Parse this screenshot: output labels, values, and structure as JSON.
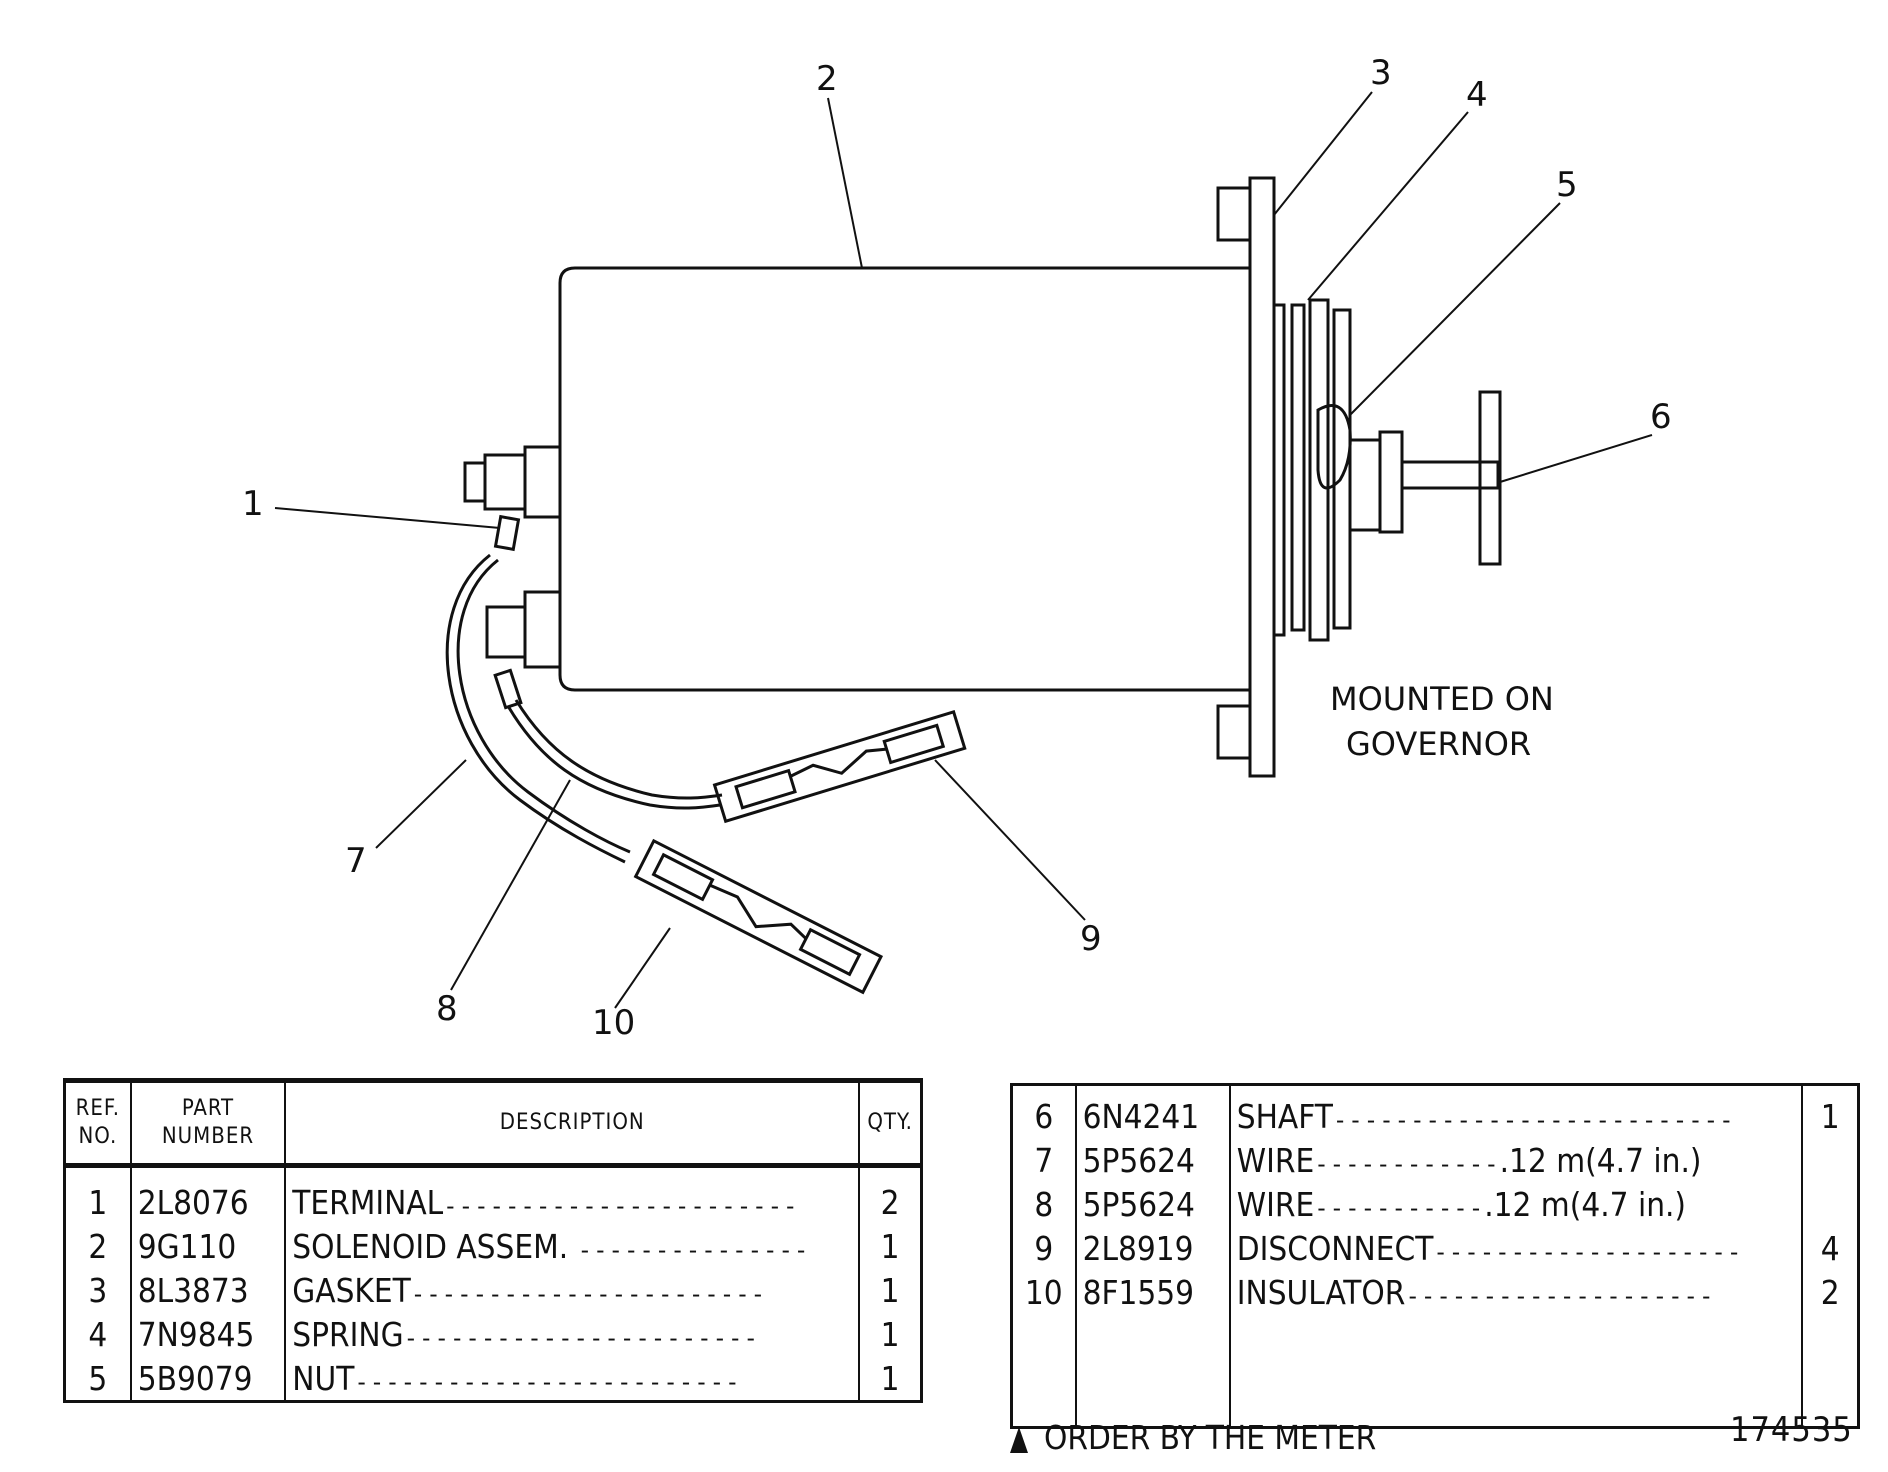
{
  "callouts": [
    "1",
    "2",
    "3",
    "4",
    "5",
    "6",
    "7",
    "8",
    "9",
    "10"
  ],
  "note": [
    "MOUNTED ON",
    "GOVERNOR"
  ],
  "table_headers": {
    "ref": [
      "REF.",
      "NO."
    ],
    "part": [
      "PART",
      "NUMBER"
    ],
    "description": "DESCRIPTION",
    "qty": "QTY."
  },
  "parts_left": [
    {
      "ref": "1",
      "part": "2L8076",
      "desc": "TERMINAL",
      "qty": "2"
    },
    {
      "ref": "2",
      "part": "9G110",
      "desc": "SOLENOID ASSEM.",
      "qty": "1"
    },
    {
      "ref": "3",
      "part": "8L3873",
      "desc": "GASKET",
      "qty": "1"
    },
    {
      "ref": "4",
      "part": "7N9845",
      "desc": "SPRING",
      "qty": "1"
    },
    {
      "ref": "5",
      "part": "5B9079",
      "desc": "NUT",
      "qty": "1"
    }
  ],
  "parts_right": [
    {
      "ref": "6",
      "part": "6N4241",
      "desc": "SHAFT",
      "extra": "",
      "qty": "1"
    },
    {
      "ref": "7",
      "part": "5P5624",
      "desc": "WIRE",
      "extra": ".12 m(4.7 in.)",
      "qty": ""
    },
    {
      "ref": "8",
      "part": "5P5624",
      "desc": "WIRE",
      "extra": ".12 m(4.7 in.)",
      "qty": ""
    },
    {
      "ref": "9",
      "part": "2L8919",
      "desc": "DISCONNECT",
      "extra": "",
      "qty": "4"
    },
    {
      "ref": "10",
      "part": "8F1559",
      "desc": "INSULATOR",
      "extra": "",
      "qty": "2"
    }
  ],
  "dashes": {
    "terminal": "-----------------------",
    "solenoid": "---------------",
    "gasket": "-----------------------",
    "spring": "-----------------------",
    "nut": "-------------------------",
    "shaft": "--------------------------",
    "wire7": "------------",
    "wire8": "-----------",
    "disconnect": "--------------------",
    "insulator": "--------------------"
  },
  "footnote": "ORDER BY THE METER",
  "figure_id": "174535"
}
